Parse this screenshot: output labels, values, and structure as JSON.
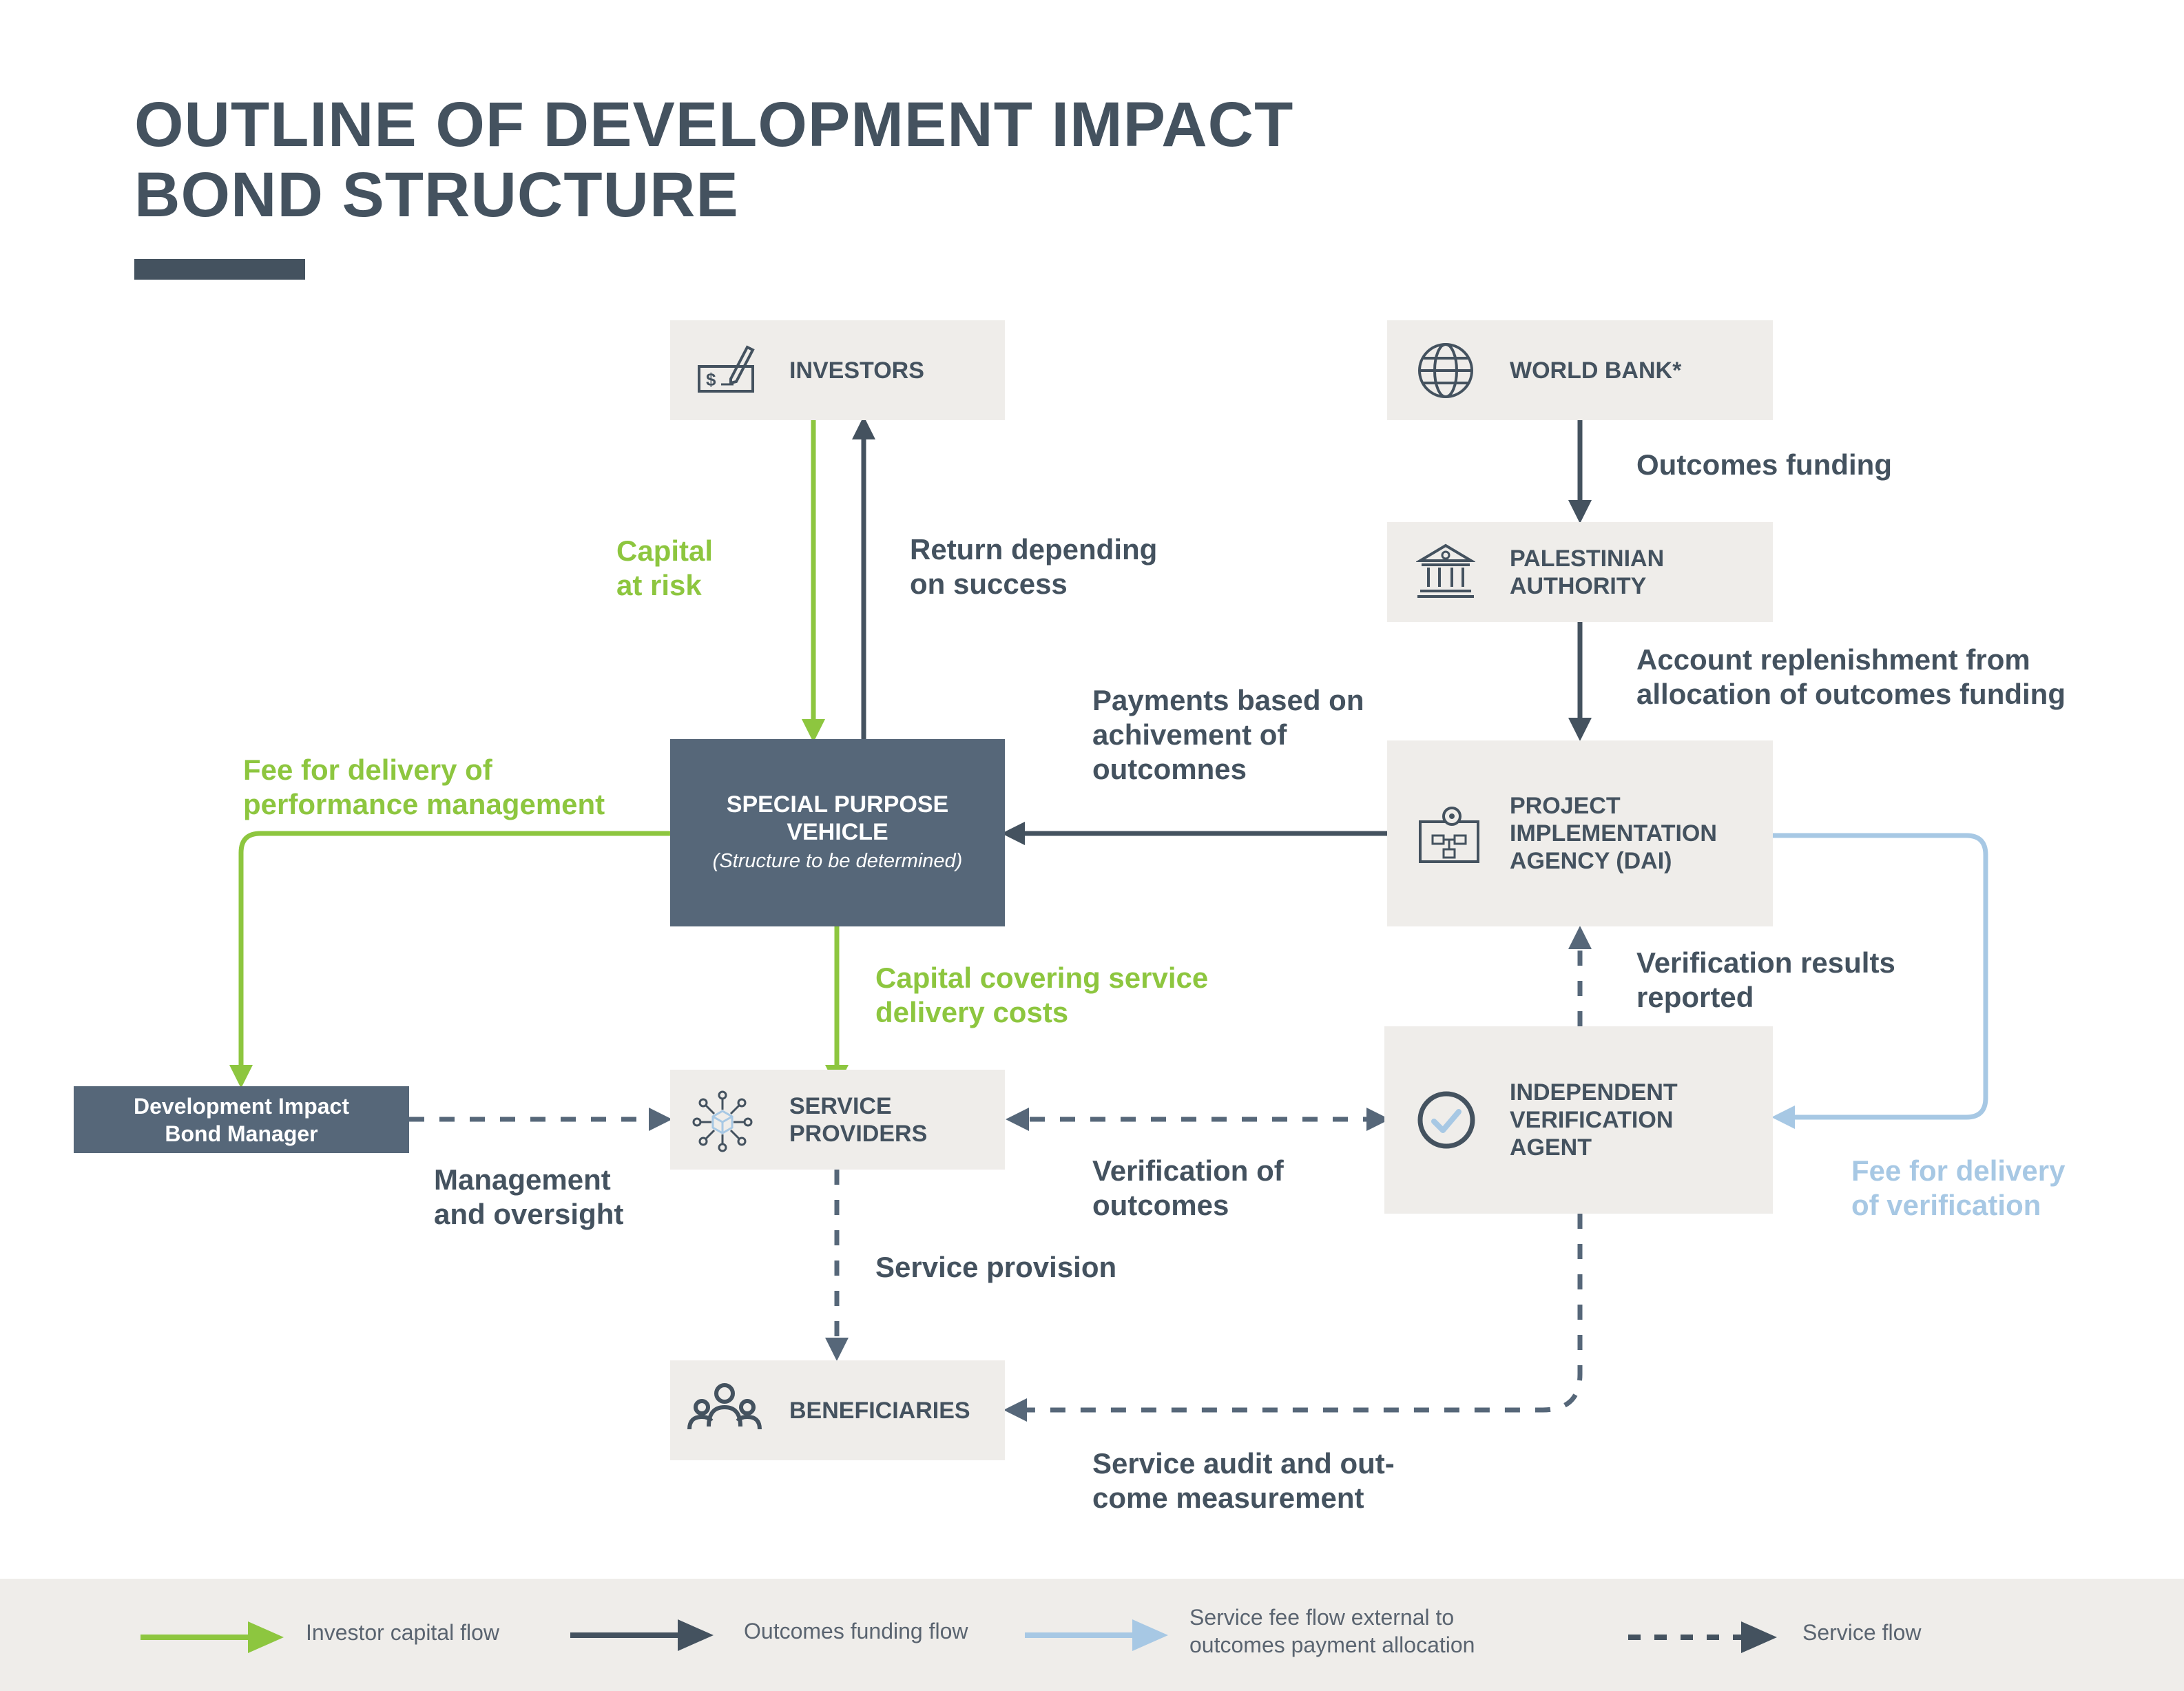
{
  "title": {
    "line1": "OUTLINE OF DEVELOPMENT IMPACT",
    "line2": "BOND STRUCTURE"
  },
  "nodes": {
    "investors": {
      "label": "INVESTORS",
      "icon": "cheque-icon"
    },
    "world_bank": {
      "label": "WORLD BANK*",
      "icon": "globe-icon"
    },
    "palestinian_authority": {
      "label": "PALESTINIAN\nAUTHORITY",
      "icon": "government-building-icon"
    },
    "spv": {
      "label": "SPECIAL PURPOSE\nVEHICLE",
      "sublabel": "(Structure to be determined)"
    },
    "pia": {
      "label": "PROJECT\nIMPLEMENTATION\nAGENCY (DAI)",
      "icon": "blueprint-gear-icon"
    },
    "manager": {
      "label": "Development Impact\nBond Manager"
    },
    "service_providers": {
      "label": "SERVICE\nPROVIDERS",
      "icon": "network-cube-icon"
    },
    "verification_agent": {
      "label": "INDEPENDENT\nVERIFICATION\nAGENT",
      "icon": "check-circle-icon"
    },
    "beneficiaries": {
      "label": "BENEFICIARIES",
      "icon": "people-icon"
    }
  },
  "flows": {
    "capital_at_risk": "Capital\nat risk",
    "return_on_success": "Return depending\non success",
    "outcomes_funding": "Outcomes funding",
    "account_replenishment": "Account replenishment from\nallocation of outcomes funding",
    "payments_outcomes": "Payments based on\nachivement of\noutcomnes",
    "fee_performance": "Fee for delivery of\nperformance management",
    "capital_service_costs": "Capital covering service\ndelivery costs",
    "verification_results": "Verification results\nreported",
    "management_oversight": "Management\nand oversight",
    "verification_outcomes": "Verification of\noutcomes",
    "fee_verification": "Fee for delivery\nof verification",
    "service_provision": "Service provision",
    "service_audit": "Service audit and out-\ncome measurement"
  },
  "legend": {
    "investor_capital": "Investor capital flow",
    "outcomes_funding": "Outcomes funding flow",
    "service_fee": "Service fee flow external to\noutcomes payment allocation",
    "service_flow": "Service flow"
  },
  "colors": {
    "investor_capital": "#8dc63f",
    "outcomes_funding": "#44525f",
    "service_fee": "#a7c8e4",
    "service_flow": "#566779",
    "box_fill": "#efedea",
    "box_dark": "#566779"
  }
}
